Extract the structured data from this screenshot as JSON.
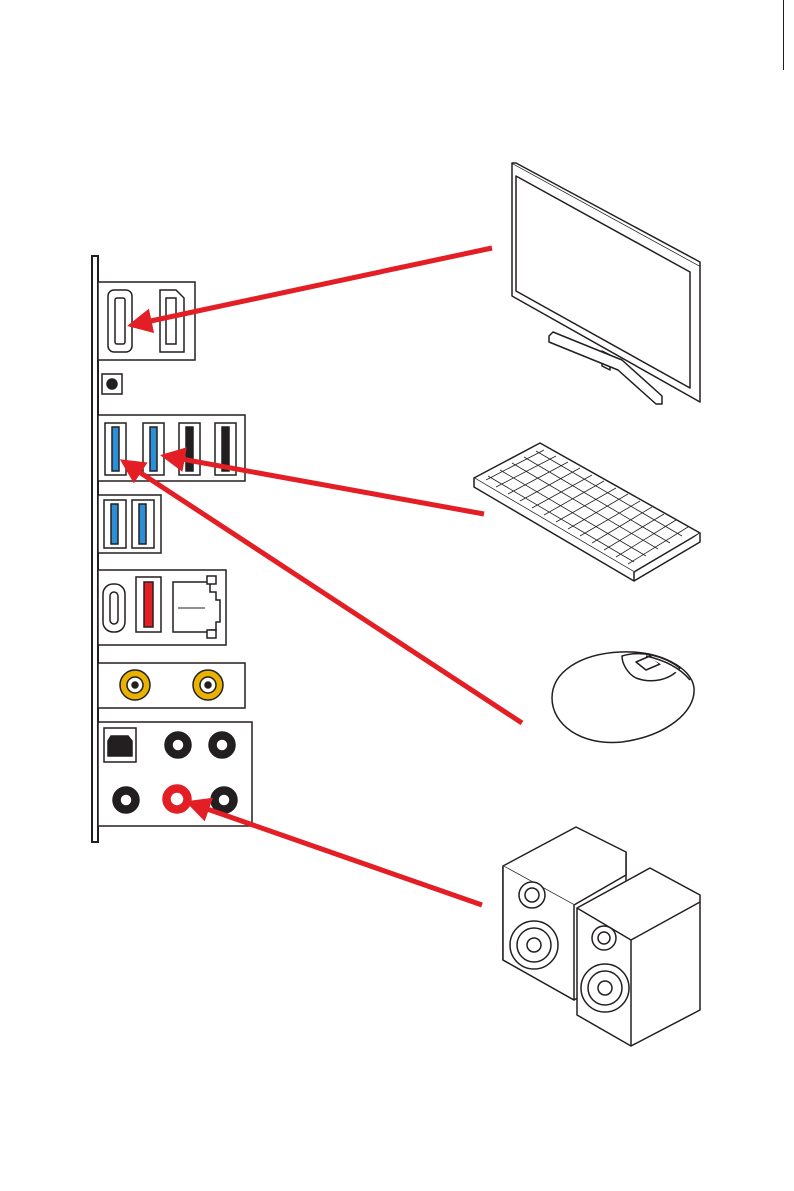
{
  "colors": {
    "arrow": "#e31e24",
    "usb_blue": "#2d8fd6",
    "usb_red": "#e31e24",
    "gold": "#e9b100",
    "line": "#231f20",
    "panel_fill": "#ffffff",
    "device_fill": "#ffffff"
  },
  "devices": [
    {
      "id": "monitor",
      "icon": "monitor-icon"
    },
    {
      "id": "keyboard",
      "icon": "keyboard-icon"
    },
    {
      "id": "mouse",
      "icon": "mouse-icon"
    },
    {
      "id": "speakers",
      "icon": "speakers-icon"
    }
  ],
  "connections": [
    {
      "from": "monitor",
      "to": "hdmi-port"
    },
    {
      "from": "keyboard",
      "to": "usb-port-2"
    },
    {
      "from": "mouse",
      "to": "usb-port-1"
    },
    {
      "from": "speakers",
      "to": "audio-line-out-jack"
    }
  ],
  "back_panel": {
    "groups": [
      "video-ports",
      "clear-cmos-button",
      "usb-ports-top",
      "usb-ports-lower",
      "usb-c-lan-ports",
      "wifi-antenna-connectors",
      "audio-ports"
    ]
  }
}
